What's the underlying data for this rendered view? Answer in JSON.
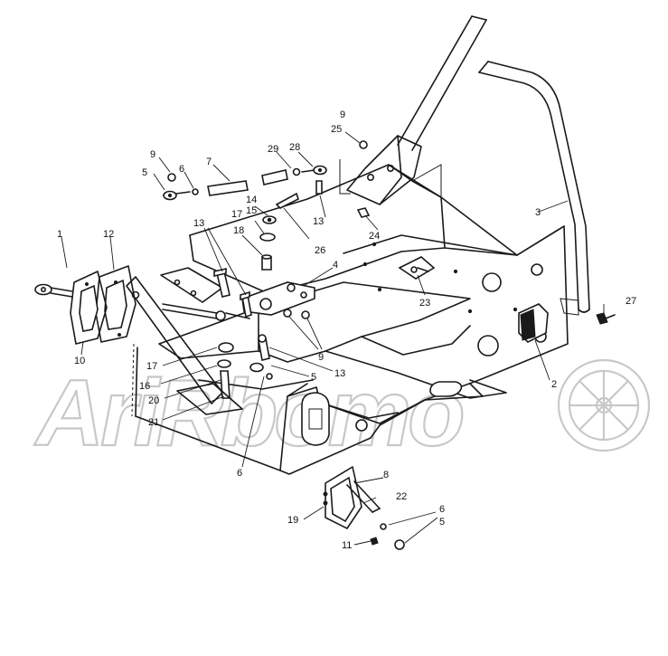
{
  "watermark": {
    "text": "AriRbomo"
  },
  "callouts": [
    {
      "id": "c1",
      "label": "1"
    },
    {
      "id": "c12",
      "label": "12"
    },
    {
      "id": "c10",
      "label": "10"
    },
    {
      "id": "c9a",
      "label": "9"
    },
    {
      "id": "c5a",
      "label": "5"
    },
    {
      "id": "c6a",
      "label": "6"
    },
    {
      "id": "c7",
      "label": "7"
    },
    {
      "id": "c29",
      "label": "29"
    },
    {
      "id": "c28",
      "label": "28"
    },
    {
      "id": "c9b",
      "label": "9"
    },
    {
      "id": "c25",
      "label": "25"
    },
    {
      "id": "c14",
      "label": "14"
    },
    {
      "id": "c15",
      "label": "15"
    },
    {
      "id": "c17a",
      "label": "17"
    },
    {
      "id": "c18",
      "label": "18"
    },
    {
      "id": "c13a",
      "label": "13"
    },
    {
      "id": "c13b",
      "label": "13"
    },
    {
      "id": "c24",
      "label": "24"
    },
    {
      "id": "c26",
      "label": "26"
    },
    {
      "id": "c4",
      "label": "4"
    },
    {
      "id": "c3",
      "label": "3"
    },
    {
      "id": "c23",
      "label": "23"
    },
    {
      "id": "c27",
      "label": "27"
    },
    {
      "id": "c9c",
      "label": "9"
    },
    {
      "id": "c13c",
      "label": "13"
    },
    {
      "id": "c5b",
      "label": "5"
    },
    {
      "id": "c17b",
      "label": "17"
    },
    {
      "id": "c16",
      "label": "16"
    },
    {
      "id": "c20",
      "label": "20"
    },
    {
      "id": "c21",
      "label": "21"
    },
    {
      "id": "c6b",
      "label": "6"
    },
    {
      "id": "c2",
      "label": "2"
    },
    {
      "id": "c8",
      "label": "8"
    },
    {
      "id": "c22",
      "label": "22"
    },
    {
      "id": "c19",
      "label": "19"
    },
    {
      "id": "c6c",
      "label": "6"
    },
    {
      "id": "c5c",
      "label": "5"
    },
    {
      "id": "c11",
      "label": "11"
    }
  ]
}
